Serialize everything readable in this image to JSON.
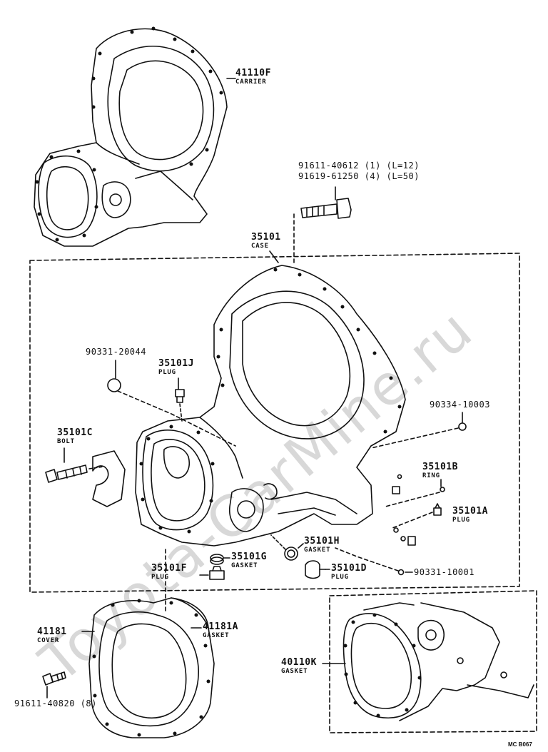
{
  "watermark": "Toyota-CarMine.ru",
  "footer_code": "MC B067",
  "parts": {
    "carrier": {
      "number": "41110F",
      "name": "CARRIER"
    },
    "bolt_spec_1": "91611-40612 (1) (L=12)",
    "bolt_spec_2": "91619-61250 (4) (L=50)",
    "case": {
      "number": "35101",
      "name": "CASE"
    },
    "plug_j": {
      "number": "35101J",
      "name": "PLUG"
    },
    "part_90331_20044": "90331-20044",
    "part_90334_10003": "90334-10003",
    "bolt_c": {
      "number": "35101C",
      "name": "BOLT"
    },
    "ring_b": {
      "number": "35101B",
      "name": "RING"
    },
    "plug_a": {
      "number": "35101A",
      "name": "PLUG"
    },
    "gasket_h": {
      "number": "35101H",
      "name": "GASKET"
    },
    "gasket_g": {
      "number": "35101G",
      "name": "GASKET"
    },
    "plug_f": {
      "number": "35101F",
      "name": "PLUG"
    },
    "plug_d": {
      "number": "35101D",
      "name": "PLUG"
    },
    "part_90331_10001": "90331-10001",
    "cover": {
      "number": "41181",
      "name": "COVER"
    },
    "gasket_a": {
      "number": "41181A",
      "name": "GASKET"
    },
    "bolt_8": "91611-40820 (8)",
    "gasket_k": {
      "number": "40110K",
      "name": "GASKET"
    }
  }
}
